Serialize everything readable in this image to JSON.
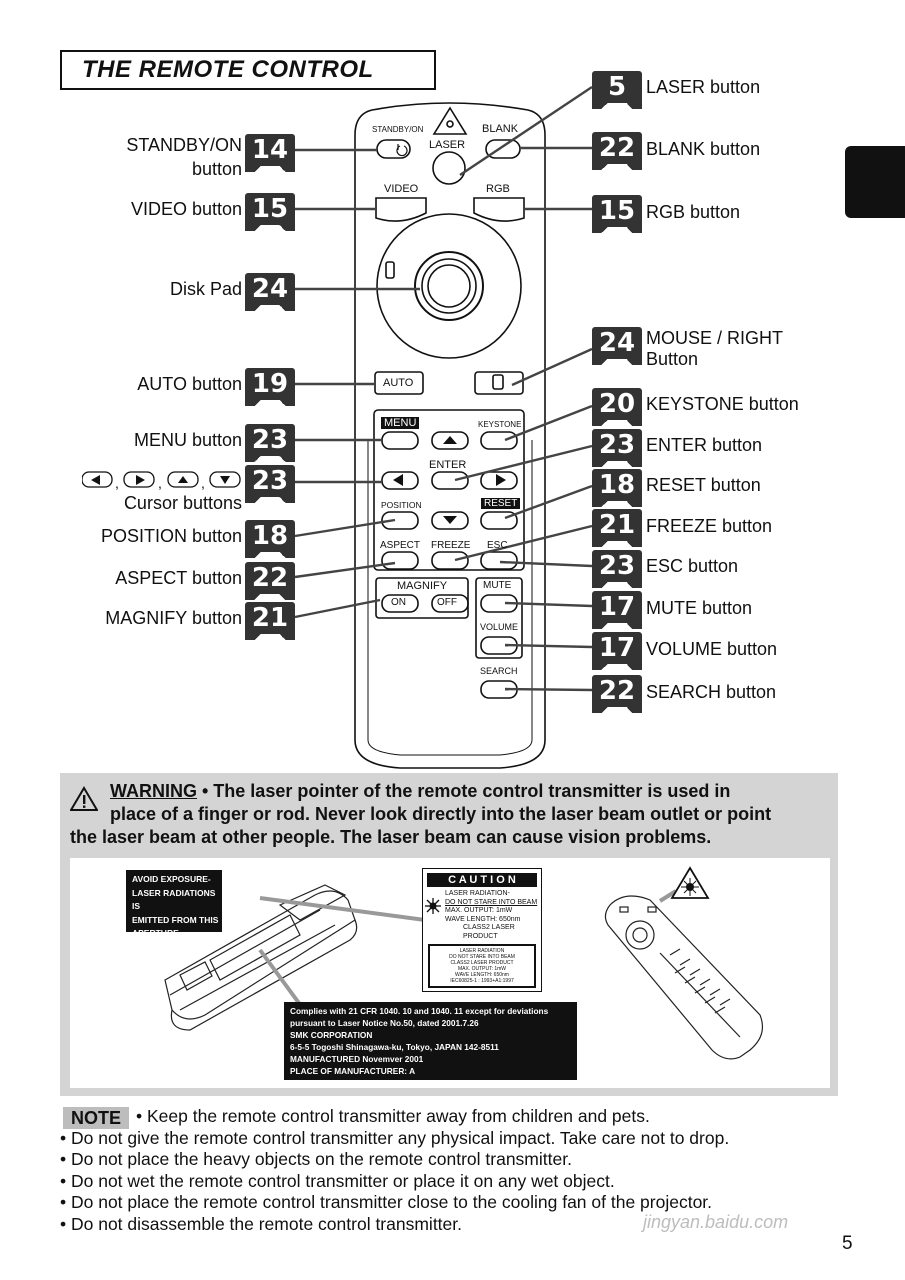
{
  "title": "THE REMOTE CONTROL",
  "remote_labels": {
    "standby": "STANDBY/ON",
    "laser": "LASER",
    "blank": "BLANK",
    "video": "VIDEO",
    "rgb": "RGB",
    "auto": "AUTO",
    "menu": "MENU",
    "keystone": "KEYSTONE",
    "enter": "ENTER",
    "position": "POSITION",
    "reset": "RESET",
    "aspect": "ASPECT",
    "freeze": "FREEZE",
    "esc": "ESC",
    "magnify": "MAGNIFY",
    "on": "ON",
    "off": "OFF",
    "mute": "MUTE",
    "volume": "VOLUME",
    "search": "SEARCH"
  },
  "left_callouts": [
    {
      "page": "14",
      "label": "STANDBY/ON",
      "label2": "button"
    },
    {
      "page": "15",
      "label": "VIDEO button"
    },
    {
      "page": "24",
      "label": "Disk Pad"
    },
    {
      "page": "19",
      "label": "AUTO button"
    },
    {
      "page": "23",
      "label": "MENU button"
    },
    {
      "page": "23",
      "label": "Cursor buttons"
    },
    {
      "page": "18",
      "label": "POSITION button"
    },
    {
      "page": "22",
      "label": "ASPECT button"
    },
    {
      "page": "21",
      "label": "MAGNIFY button"
    }
  ],
  "right_callouts": [
    {
      "page": "5",
      "label": "LASER button"
    },
    {
      "page": "22",
      "label": "BLANK button"
    },
    {
      "page": "15",
      "label": "RGB button"
    },
    {
      "page": "24",
      "label": "MOUSE / RIGHT",
      "label2": "Button"
    },
    {
      "page": "20",
      "label": "KEYSTONE button"
    },
    {
      "page": "23",
      "label": "ENTER button"
    },
    {
      "page": "18",
      "label": "RESET button"
    },
    {
      "page": "21",
      "label": "FREEZE button"
    },
    {
      "page": "23",
      "label": "ESC button"
    },
    {
      "page": "17",
      "label": "MUTE button"
    },
    {
      "page": "17",
      "label": "VOLUME button"
    },
    {
      "page": "22",
      "label": "SEARCH button"
    }
  ],
  "warning": {
    "heading": "WARNING",
    "line1": " • The laser pointer of the remote control transmitter is used in",
    "line2": "place of a finger or rod. Never look directly into the laser beam outlet or point",
    "line3": "the laser beam at other people. The laser beam can cause vision problems."
  },
  "labels_in_figure": {
    "avoid": [
      "AVOID  EXPOSURE-",
      "LASER RADIATIONS IS",
      "EMITTED  FROM  THIS",
      "APERTURE"
    ],
    "caution_title": "C A U T I O N",
    "caution_lines": [
      "LASER  RADIATION-",
      "DO NOT STARE INTO BEAM",
      "MAX. OUTPUT:  1mW",
      "WAVE LENGTH:   650nm",
      "CLASS2 LASER PRODUCT"
    ],
    "small_label_lines": [
      "LASER RADIATION",
      "DO NOT STARE INTO BEAM",
      "CLASS2 LASER PRODUCT",
      "MAX.  OUTPUT:  1mW",
      "WAVE LENGTH:  650nm",
      "IEC60825-1 : 1993+A1:1997"
    ],
    "complies_lines": [
      "Complies with 21 CFR 1040. 10 and 1040. 11 except for deviations",
      "pursuant  to  Laser  Notice  No.50,  dated  2001.7.26",
      "SMK CORPORATION",
      "6-5-5  Togoshi  Shinagawa-ku,  Tokyo,  JAPAN 142-8511",
      "MANUFACTURED    Novemver  2001",
      "PLACE  OF   MANUFACTURER:  A"
    ]
  },
  "note": {
    "label": "NOTE",
    "items": [
      "• Keep the remote control transmitter away from children and pets.",
      "• Do not give the remote control transmitter any physical impact. Take care not to drop.",
      "• Do not place the heavy objects on the remote control transmitter.",
      "• Do not wet the remote control transmitter or place it on any wet object.",
      "• Do not place the remote control transmitter close to the cooling fan of the projector.",
      "• Do not disassemble the remote control transmitter."
    ]
  },
  "watermark": "jingyan.baidu.com",
  "page_number": "5"
}
